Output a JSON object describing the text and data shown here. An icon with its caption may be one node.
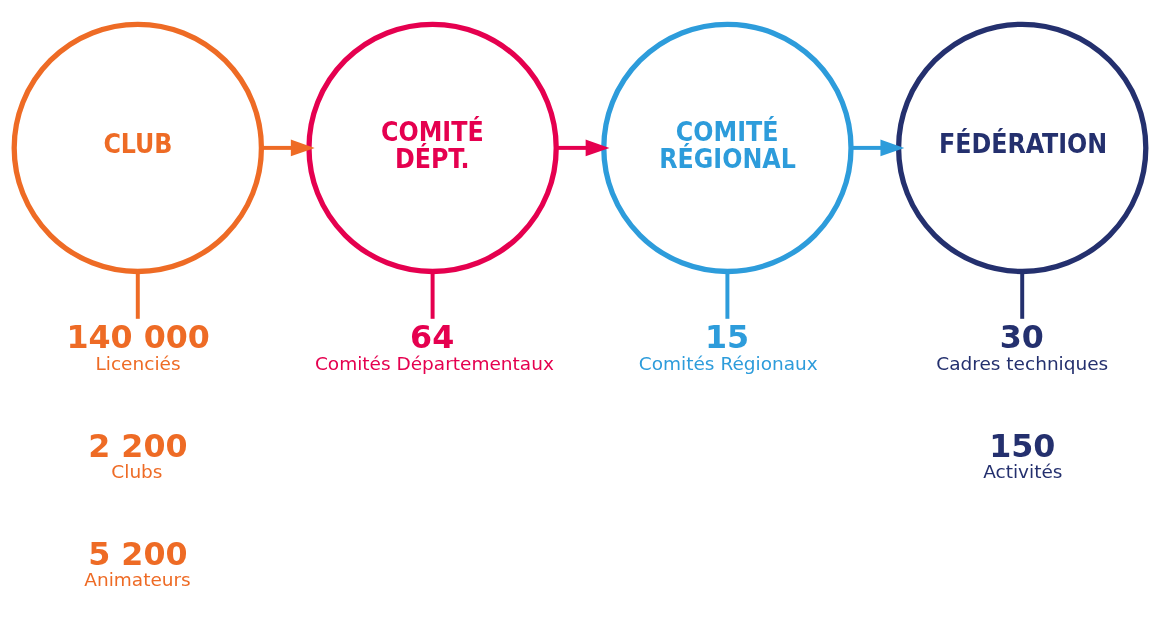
{
  "diagram": {
    "nodes": [
      {
        "text": [
          "CLUB"
        ]
      },
      {
        "text": [
          "COMITÉ DÉPT."
        ]
      },
      {
        "text": [
          "COMITÉ RÉGIONAL"
        ]
      },
      {
        "text": [
          "FÉDÉRATION"
        ]
      },
      {
        "text": [
          "140 000",
          "Licenciés"
        ]
      },
      {
        "text": [
          "2 200",
          "Clubs"
        ]
      },
      {
        "text": [
          "5 200",
          "Animateurs"
        ]
      },
      {
        "text": [
          "64",
          "Comités Départementaux"
        ]
      },
      {
        "text": [
          "15",
          "Comités Régionaux"
        ]
      },
      {
        "text": [
          "30",
          "Cadres techniques"
        ]
      },
      {
        "text": [
          "150",
          "Activités"
        ]
      }
    ],
    "edges": [
      {
        "from": 0,
        "to": 1,
        "arrow": "to",
        "color": "#ee6b25"
      },
      {
        "from": 1,
        "to": 2,
        "arrow": "to",
        "color": "#e5004f"
      },
      {
        "from": 2,
        "to": 3,
        "arrow": "to",
        "color": "#2d9cdb"
      },
      {
        "from": 0,
        "to": 4,
        "arrow": "none",
        "color": "#ee6b25"
      },
      {
        "from": 1,
        "to": 7,
        "arrow": "none",
        "color": "#e5004f"
      },
      {
        "from": 2,
        "to": 8,
        "arrow": "none",
        "color": "#2d9cdb"
      },
      {
        "from": 3,
        "to": 9,
        "arrow": "none",
        "color": "#24306e"
      }
    ]
  }
}
